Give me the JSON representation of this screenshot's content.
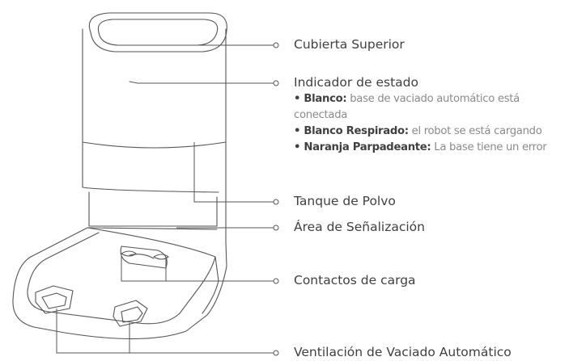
{
  "labels": {
    "top_cover": "Cubierta Superior",
    "status_indicator": "Indicador de estado",
    "dust_tank": "Tanque de Polvo",
    "signal_area": "Área de Señalización",
    "charging_contacts": "Contactos de carga",
    "auto_empty_vent": "Ventilación de Vaciado Automático"
  },
  "status_states": [
    {
      "name": "• Blanco:",
      "desc": " base de vaciado automático está"
    },
    {
      "name": "",
      "desc": "conectada"
    },
    {
      "name": "• Blanco Respirado:",
      "desc": " el robot se está cargando"
    },
    {
      "name": "• Naranja Parpadeante:",
      "desc": " La base tiene un error"
    }
  ]
}
